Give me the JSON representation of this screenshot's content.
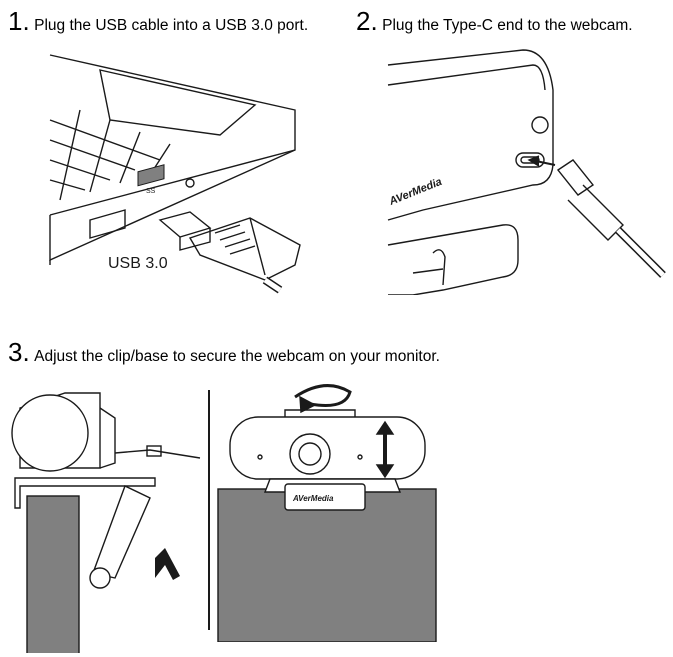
{
  "steps": [
    {
      "number": "1.",
      "text": "Plug the USB cable into a USB 3.0 port."
    },
    {
      "number": "2.",
      "text": "Plug the Type-C end to the webcam."
    },
    {
      "number": "3.",
      "text": "Adjust the clip/base to secure the webcam on your monitor."
    }
  ],
  "illustration_labels": {
    "usb_port_label": "USB 3.0",
    "port_symbol": "SS",
    "brand": "AVerMedia"
  },
  "colors": {
    "line": "#1a1a1a",
    "monitor_fill": "#808080",
    "usb_port_highlight": "#808080"
  }
}
